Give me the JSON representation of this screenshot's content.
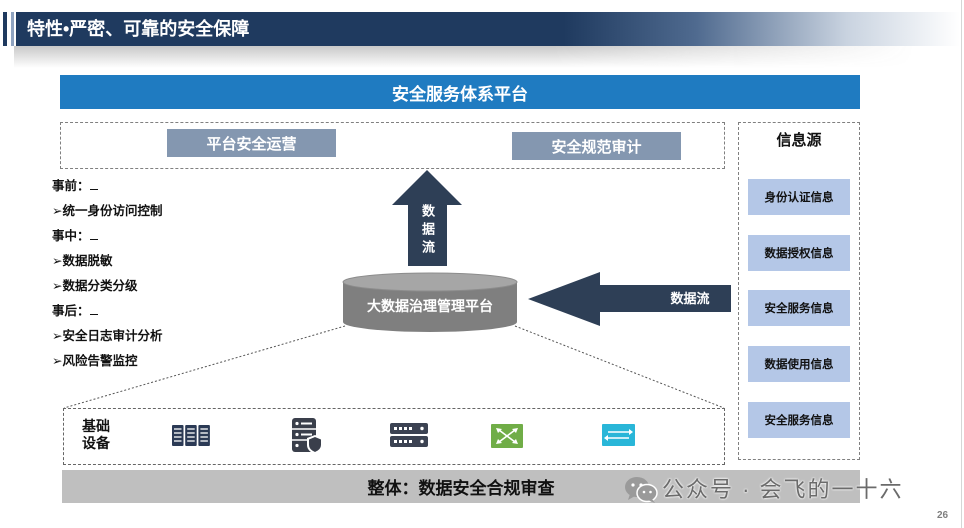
{
  "slide": {
    "title": "特性•严密、可靠的安全保障",
    "page_number": "26"
  },
  "colors": {
    "header_navy": "#1f3a5f",
    "platform_blue": "#1f7bc1",
    "slate_box": "#8497b0",
    "info_box": "#b4c7e7",
    "arrow_navy": "#2e3f56",
    "cylinder_gray": "#7f7f7f",
    "cylinder_top": "#a6a6a6",
    "summary_bar": "#bfbfbf"
  },
  "platform": {
    "label": "安全服务体系平台"
  },
  "operations": {
    "platform_security_ops": "平台安全运营",
    "compliance_audit": "安全规范审计"
  },
  "lifecycle": [
    {
      "heading": "事前：",
      "items": [
        "➢统一身份访问控制"
      ]
    },
    {
      "heading": "事中：",
      "items": [
        "➢数据脱敏",
        "➢数据分类分级"
      ]
    },
    {
      "heading": "事后：",
      "items": [
        "➢安全日志审计分析",
        "➢风险告警监控"
      ]
    }
  ],
  "governance": {
    "label": "大数据治理管理平台",
    "upward_flow_label": "数据流",
    "inbound_flow_label": "数据流"
  },
  "info_sources": {
    "title": "信息源",
    "items": [
      "身份认证信息",
      "数据授权信息",
      "安全服务信息",
      "数据使用信息",
      "安全服务信息"
    ]
  },
  "infrastructure": {
    "label_lines": [
      "基础",
      "设备"
    ],
    "devices": [
      {
        "icon": "server-rack-icon",
        "color": "#2b3a55"
      },
      {
        "icon": "database-shield-icon",
        "color": "#3a3f4b"
      },
      {
        "icon": "network-switch-icon",
        "color": "#3b4252"
      },
      {
        "icon": "green-switch-icon",
        "color": "#70ad47"
      },
      {
        "icon": "cyan-router-icon",
        "color": "#29b6d8"
      }
    ]
  },
  "summary_bar": {
    "label": "整体：数据安全合规审查"
  },
  "watermark": {
    "icon": "wechat-icon",
    "text": "公众号 · 会飞的一十六"
  }
}
